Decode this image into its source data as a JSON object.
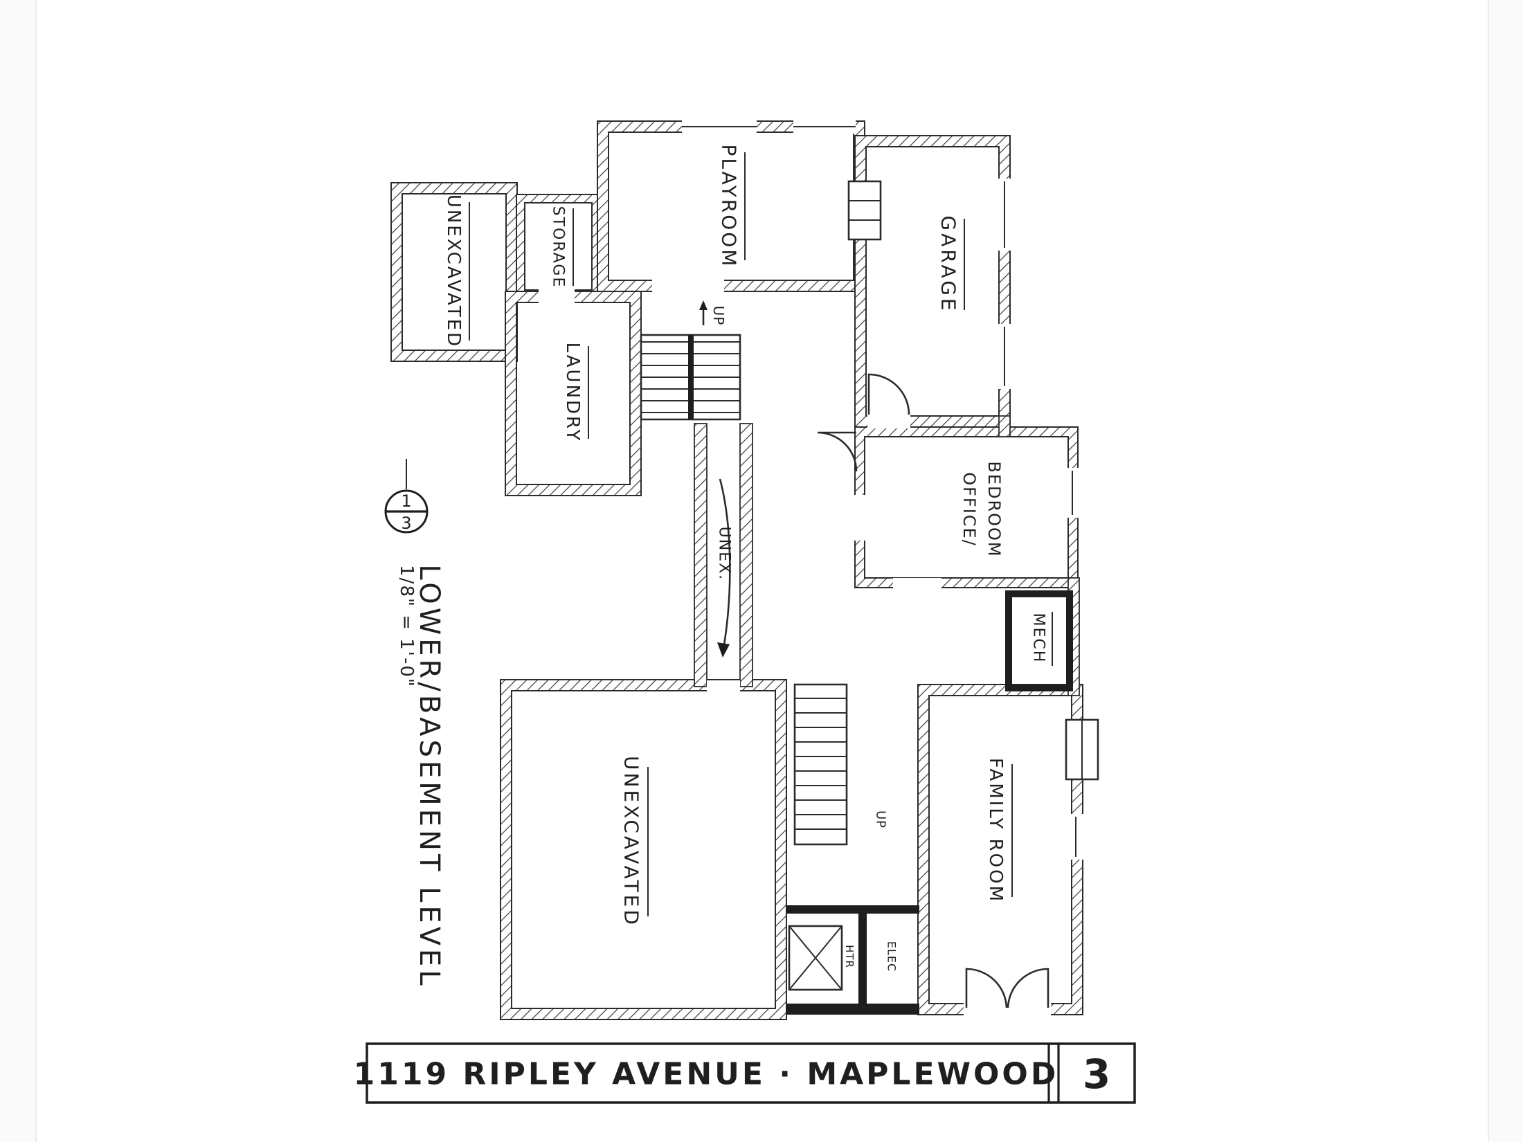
{
  "page": {
    "paper_color": "#ffffff",
    "ink_color": "#222222"
  },
  "plan": {
    "rooms": {
      "unexcavated_upper": "UNEXCAVATED",
      "storage": "STORAGE",
      "playroom": "PLAYROOM",
      "garage": "GARAGE",
      "laundry": "LAUNDRY",
      "corridor": "UNEX.",
      "office_line1": "OFFICE/",
      "office_line2": "BEDROOM",
      "mech": "MECH",
      "unexcavated_lower": "UNEXCAVATED",
      "family_room": "FAMILY ROOM",
      "elec": "ELEC",
      "heater": "HTR",
      "stairs_upper": "UP",
      "stairs_lower": "UP"
    }
  },
  "annotations": {
    "level_title": "LOWER/BASEMENT LEVEL",
    "scale": "1/8\" = 1'-0\"",
    "bubble_top": "1",
    "bubble_bottom": "3"
  },
  "title_block": {
    "address": "1119 RIPLEY AVENUE · MAPLEWOOD",
    "sheet": "3"
  }
}
